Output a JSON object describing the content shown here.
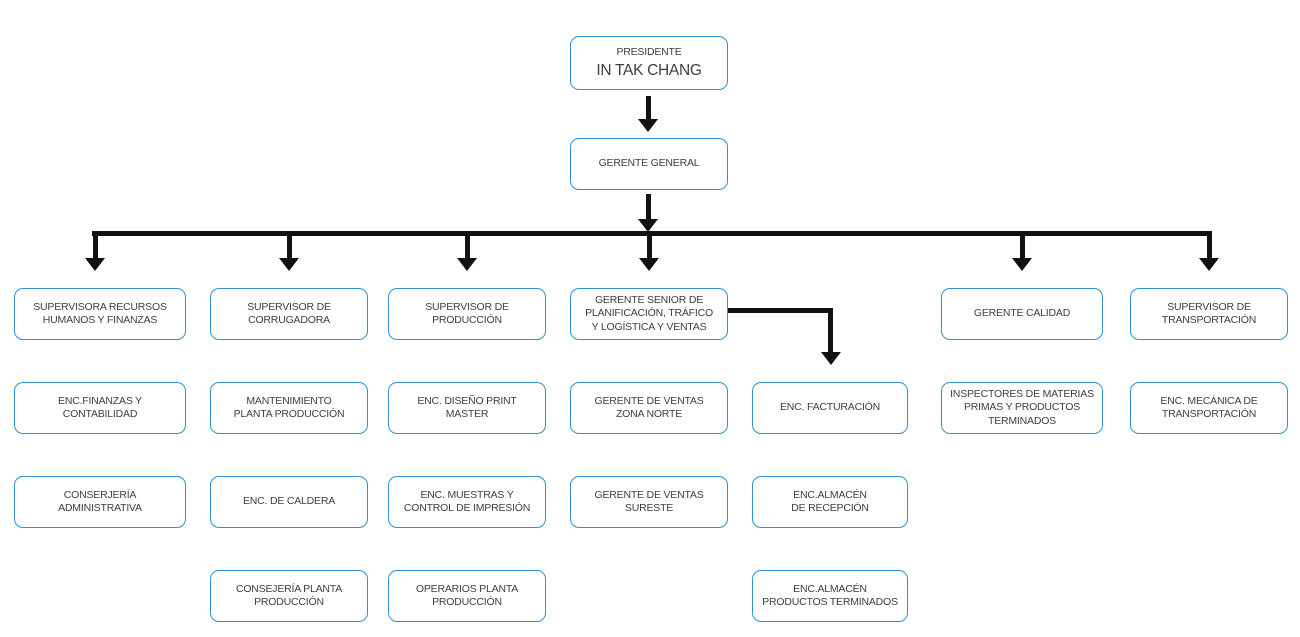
{
  "colors": {
    "accent": "#2b93d1",
    "line": "#111111",
    "text": "#3f3f3f",
    "background": "#ffffff"
  },
  "nodes": {
    "presidente": {
      "title": "PRESIDENTE",
      "name": "IN TAK CHANG"
    },
    "gerente_general": {
      "label": "GERENTE GENERAL"
    },
    "sup_recursos": {
      "label": "SUPERVISORA RECURSOS\nHUMANOS Y FINANZAS"
    },
    "sup_corrugadora": {
      "label": "SUPERVISOR DE\nCORRUGADORA"
    },
    "sup_produccion": {
      "label": "SUPERVISOR DE\nPRODUCCIÓN"
    },
    "gerente_senior": {
      "label": "GERENTE SENIOR DE\nPLANIFICACIÓN, TRÁFICO\nY LOGÍSTICA Y VENTAS"
    },
    "gerente_calidad": {
      "label": "GERENTE CALIDAD"
    },
    "sup_transportacion": {
      "label": "SUPERVISOR DE\nTRANSPORTACIÓN"
    },
    "enc_finanzas": {
      "label": "ENC.FINANZAS Y\nCONTABILIDAD"
    },
    "mantenimiento": {
      "label": "MANTENIMIENTO\nPLANTA PRODUCCIÓN"
    },
    "enc_diseno": {
      "label": "ENC. DISEÑO PRINT\nMASTER"
    },
    "ventas_norte": {
      "label": "GERENTE DE VENTAS\nZONA NORTE"
    },
    "enc_facturacion": {
      "label": "ENC. FACTURACIÓN"
    },
    "inspectores": {
      "label": "INSPECTORES DE MATERIAS\nPRIMAS Y PRODUCTOS\nTERMINADOS"
    },
    "enc_mecanica": {
      "label": "ENC. MECÁNICA DE\nTRANSPORTACIÓN"
    },
    "conserjeria_adm": {
      "label": "CONSERJERÍA\nADMINISTRATIVA"
    },
    "enc_caldera": {
      "label": "ENC. DE CALDERA"
    },
    "enc_muestras": {
      "label": "ENC. MUESTRAS Y\nCONTROL DE IMPRESIÓN"
    },
    "ventas_sureste": {
      "label": "GERENTE DE VENTAS\nSURESTE"
    },
    "enc_recepcion": {
      "label": "ENC.ALMACÉN\nDE RECEPCIÓN"
    },
    "consejeria_planta": {
      "label": "CONSEJERÍA PLANTA\nPRODUCCIÓN"
    },
    "operarios": {
      "label": "OPERARIOS PLANTA\nPRODUCCIÓN"
    },
    "enc_terminados": {
      "label": "ENC.ALMACÉN\nPRODUCTOS TERMINADOS"
    }
  },
  "edges": [
    [
      "presidente",
      "gerente_general"
    ],
    [
      "gerente_general",
      "sup_recursos"
    ],
    [
      "gerente_general",
      "sup_corrugadora"
    ],
    [
      "gerente_general",
      "sup_produccion"
    ],
    [
      "gerente_general",
      "gerente_senior"
    ],
    [
      "gerente_general",
      "gerente_calidad"
    ],
    [
      "gerente_general",
      "sup_transportacion"
    ],
    [
      "gerente_senior",
      "enc_facturacion"
    ]
  ],
  "columns": [
    {
      "head": "sup_recursos",
      "below": [
        "enc_finanzas",
        "conserjeria_adm"
      ]
    },
    {
      "head": "sup_corrugadora",
      "below": [
        "mantenimiento",
        "enc_caldera",
        "consejeria_planta"
      ]
    },
    {
      "head": "sup_produccion",
      "below": [
        "enc_diseno",
        "enc_muestras",
        "operarios"
      ]
    },
    {
      "head": "gerente_senior",
      "below": [
        "ventas_norte",
        "ventas_sureste"
      ]
    },
    {
      "head": "enc_facturacion",
      "below": [
        "enc_recepcion",
        "enc_terminados"
      ]
    },
    {
      "head": "gerente_calidad",
      "below": [
        "inspectores"
      ]
    },
    {
      "head": "sup_transportacion",
      "below": [
        "enc_mecanica"
      ]
    }
  ]
}
